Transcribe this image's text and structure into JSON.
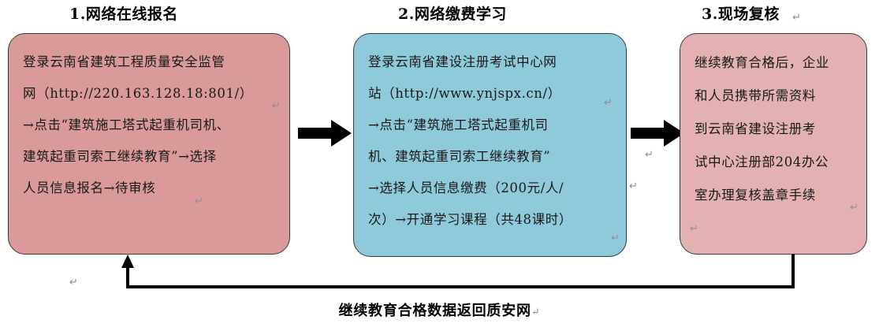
{
  "diagram": {
    "title_1": "1.网络在线报名",
    "title_2": "2.网络缴费学习",
    "title_3": "3.现场复核",
    "caption": "继续教育合格数据返回质安网",
    "return_mark": "↵"
  },
  "colors": {
    "box1_fill": "#DB9A9A",
    "box2_fill": "#8FCADB",
    "box3_fill": "#E3B1B1",
    "box_border": "#3a3a3a",
    "arrow": "#000000",
    "text": "#181818",
    "pilcrow": "#8d8d9e"
  },
  "boxes": [
    {
      "id": "step-1",
      "fill": "#DB9A9A",
      "lines": [
        "登录云南省建筑工程质量安全监管",
        "网（http://220.163.128.18:801/）",
        "→点击“建筑施工塔式起重机司机、",
        "建筑起重司索工继续教育”→选择",
        "人员信息报名→待审核"
      ]
    },
    {
      "id": "step-2",
      "fill": "#8FCADB",
      "lines": [
        "登录云南省建设注册考试中心网",
        "站（http://www.ynjspx.cn/）",
        "→点击“建筑施工塔式起重机司",
        "机、建筑起重司索工继续教育”",
        "→选择人员信息缴费（200元/人/",
        "次）→开通学习课程（共48课时）"
      ]
    },
    {
      "id": "step-3",
      "fill": "#E3B1B1",
      "lines": [
        "继续教育合格后，企业",
        "和人员携带所需资料",
        "到云南省建设注册考",
        "试中心注册部204办公",
        "室办理复核盖章手续"
      ]
    }
  ],
  "arrows": [
    {
      "id": "arrow-step1-to-step2",
      "label": ""
    },
    {
      "id": "arrow-step2-to-step3",
      "label": ""
    },
    {
      "id": "arrow-feedback-to-step1",
      "label": "继续教育合格数据返回质安网"
    }
  ]
}
